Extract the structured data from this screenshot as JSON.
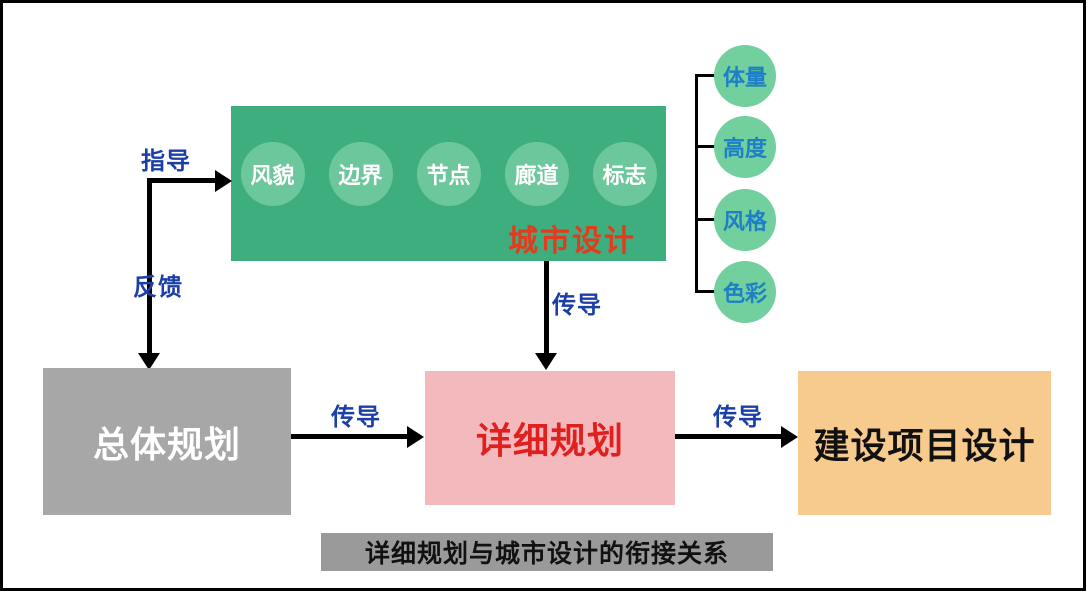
{
  "caption": "详细规划与城市设计的衔接关系",
  "urban_design": {
    "title": "城市设计",
    "circles": [
      "风貌",
      "边界",
      "节点",
      "廊道",
      "标志"
    ]
  },
  "attributes": [
    "体量",
    "高度",
    "风格",
    "色彩"
  ],
  "nodes": {
    "master_plan": "总体规划",
    "detailed_plan": "详细规划",
    "project_design": "建设项目设计"
  },
  "arrow_labels": {
    "guide": "指导",
    "feedback": "反馈",
    "transmit_down": "传导",
    "transmit_mid": "传导",
    "transmit_right": "传导"
  },
  "colors": {
    "green_box": "#3fae7e",
    "green_circle": "#6cc79c",
    "attr_circle": "#72cf9e",
    "attr_text": "#1e7ec6",
    "label_blue": "#1b3fa7",
    "ud_title_red": "#e23b1e",
    "plan_red": "#e01f1f",
    "gray_box": "#a7a7a7",
    "pink_box": "#f3b9bd",
    "orange_box": "#f7ca8e",
    "caption_bg": "#9a9a9a"
  }
}
